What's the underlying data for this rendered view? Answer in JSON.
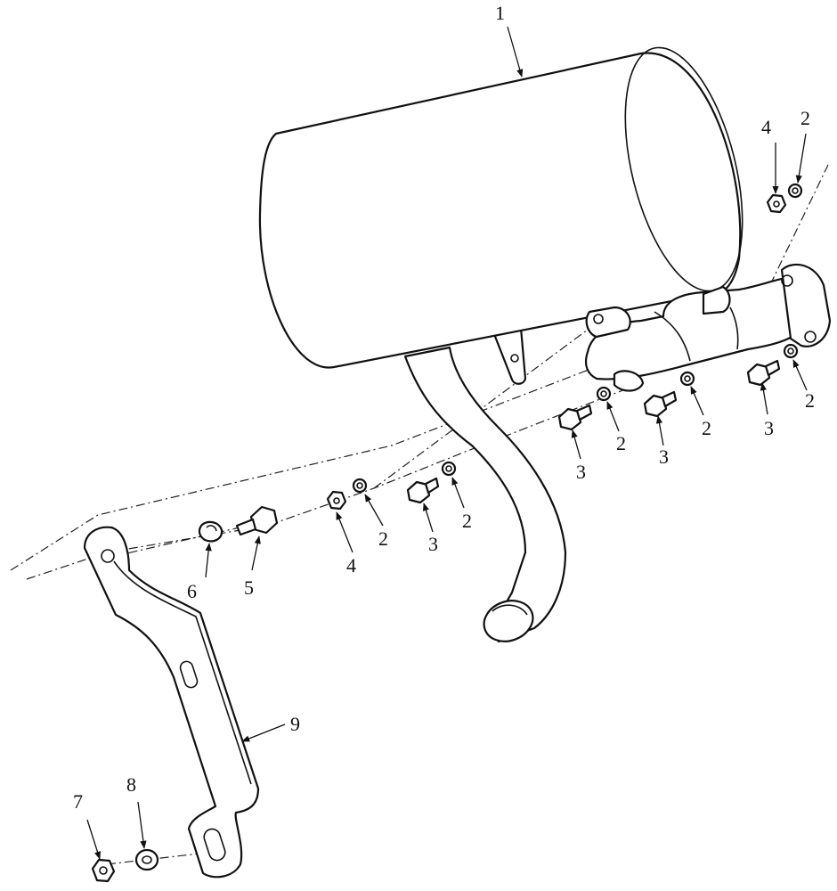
{
  "diagram": {
    "type": "exploded-parts-view",
    "callouts": [
      {
        "id": "c1",
        "label": "1"
      },
      {
        "id": "c2a",
        "label": "2"
      },
      {
        "id": "c2b",
        "label": "2"
      },
      {
        "id": "c2c",
        "label": "2"
      },
      {
        "id": "c2d",
        "label": "2"
      },
      {
        "id": "c2e",
        "label": "2"
      },
      {
        "id": "c2f",
        "label": "2"
      },
      {
        "id": "c3a",
        "label": "3"
      },
      {
        "id": "c3b",
        "label": "3"
      },
      {
        "id": "c3c",
        "label": "3"
      },
      {
        "id": "c3d",
        "label": "3"
      },
      {
        "id": "c4a",
        "label": "4"
      },
      {
        "id": "c4b",
        "label": "4"
      },
      {
        "id": "c5",
        "label": "5"
      },
      {
        "id": "c6",
        "label": "6"
      },
      {
        "id": "c7",
        "label": "7"
      },
      {
        "id": "c8",
        "label": "8"
      },
      {
        "id": "c9",
        "label": "9"
      }
    ]
  }
}
